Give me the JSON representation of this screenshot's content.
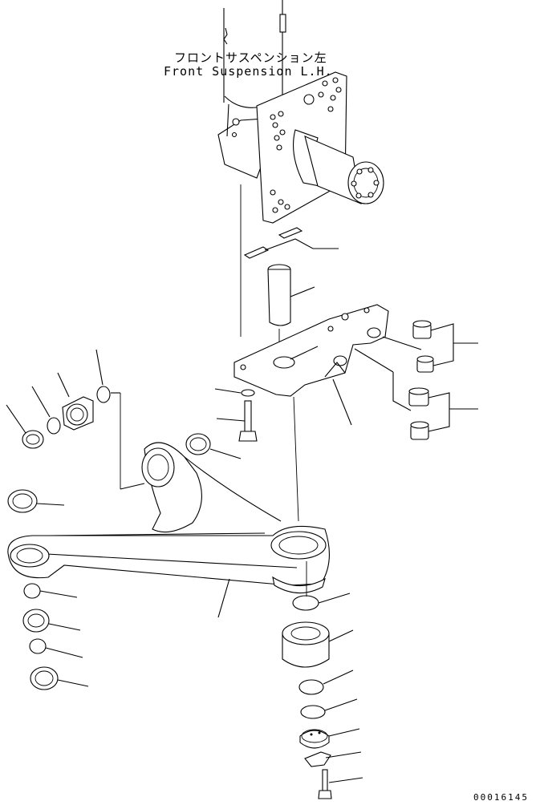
{
  "title": {
    "jp": "フロントサスペンション左",
    "en": "Front Suspension L.H."
  },
  "doc_id": "00016145"
}
